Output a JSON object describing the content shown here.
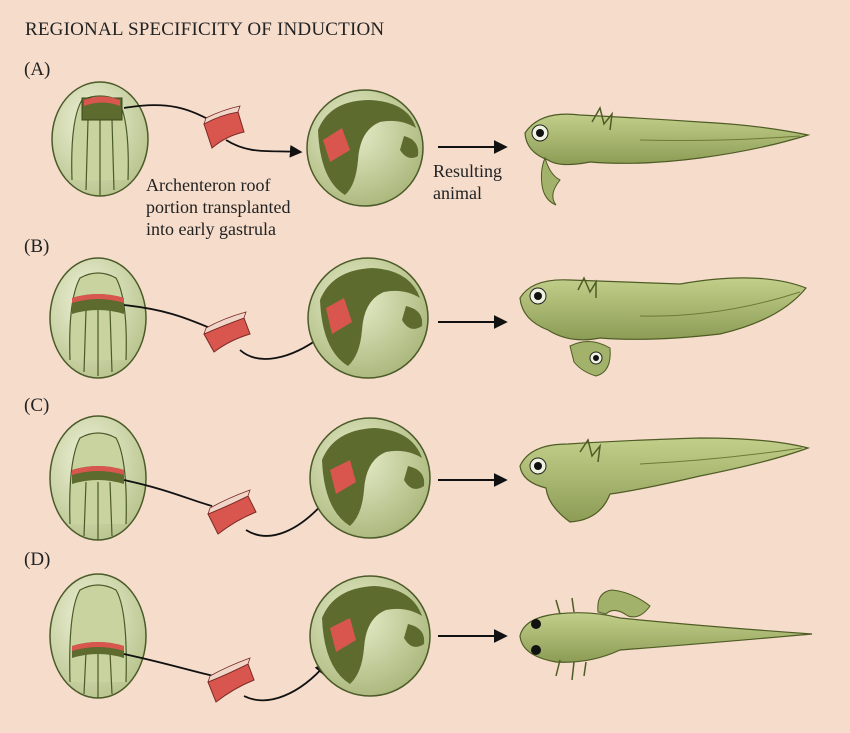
{
  "title": "REGIONAL SPECIFICITY OF INDUCTION",
  "panels": [
    {
      "label": "(A)"
    },
    {
      "label": "(B)"
    },
    {
      "label": "(C)"
    },
    {
      "label": "(D)"
    }
  ],
  "annotations": {
    "transplant_line1": "Archenteron roof",
    "transplant_line2": "portion transplanted",
    "transplant_line3": "into early gastrula",
    "result_line1": "Resulting",
    "result_line2": "animal"
  },
  "colors": {
    "background": "#f5dccb",
    "embryo_light": "#d8dfb4",
    "embryo_mid": "#b9c48c",
    "embryo_dark": "#5d6b2e",
    "tissue_red": "#d9564e",
    "tadpole": "#a9b872"
  }
}
